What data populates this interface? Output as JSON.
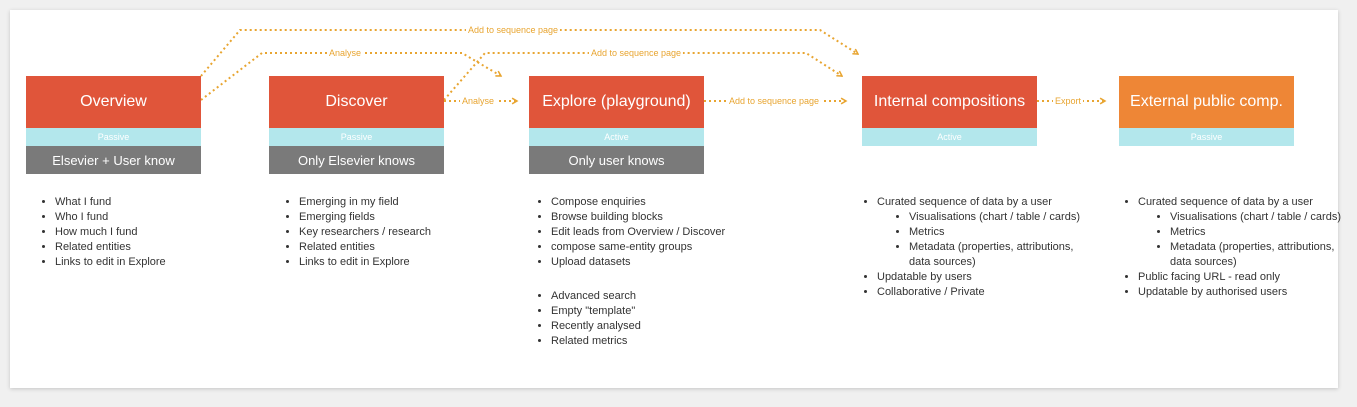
{
  "stages": [
    {
      "id": "overview",
      "title": "Overview",
      "mode": "Passive",
      "knowledge": "Elsevier + User know",
      "bullets": [
        {
          "text": "What I fund"
        },
        {
          "text": "Who I fund"
        },
        {
          "text": "How much I fund"
        },
        {
          "text": "Related entities"
        },
        {
          "text": "Links to edit in Explore"
        }
      ]
    },
    {
      "id": "discover",
      "title": "Discover",
      "mode": "Passive",
      "knowledge": "Only Elsevier knows",
      "bullets": [
        {
          "text": "Emerging in my field"
        },
        {
          "text": "Emerging fields"
        },
        {
          "text": "Key researchers / research"
        },
        {
          "text": "Related entities"
        },
        {
          "text": "Links to edit in Explore"
        }
      ]
    },
    {
      "id": "explore",
      "title": "Explore (playground)",
      "mode": "Active",
      "knowledge": "Only user knows",
      "bullets": [
        {
          "text": "Compose enquiries"
        },
        {
          "text": "Browse building blocks"
        },
        {
          "text": "Edit leads from Overview / Discover"
        },
        {
          "text": "compose same-entity groups"
        },
        {
          "text": "Upload datasets"
        }
      ],
      "bullets_secondary": [
        {
          "text": "Advanced search"
        },
        {
          "text": "Empty \"template\""
        },
        {
          "text": "Recently analysed"
        },
        {
          "text": "Related metrics"
        }
      ]
    },
    {
      "id": "internal",
      "title": "Internal compositions",
      "mode": "Active",
      "bullets": [
        {
          "text": "Curated sequence of data by a user",
          "sub": [
            "Visualisations (chart / table / cards)",
            "Metrics",
            "Metadata (properties, attributions, data sources)"
          ]
        },
        {
          "text": "Updatable by users"
        },
        {
          "text": "Collaborative / Private"
        }
      ]
    },
    {
      "id": "external",
      "title": "External public comp.",
      "mode": "Passive",
      "bullets": [
        {
          "text": "Curated sequence of data by a user",
          "sub": [
            "Visualisations (chart / table / cards)",
            "Metrics",
            "Metadata (properties, attributions, data sources)"
          ]
        },
        {
          "text": "Public facing URL - read only"
        },
        {
          "text": "Updatable by authorised users"
        }
      ]
    }
  ],
  "connectors": {
    "top_add": "Add to sequence page",
    "overview_analyse": "Analyse",
    "discover_add": "Add to sequence page",
    "discover_analyse": "Analyse",
    "explore_add": "Add to sequence page",
    "export": "Export"
  },
  "colors": {
    "stage_red": "#e0553a",
    "stage_orange": "#ee8636",
    "mode_band": "#b3e7ec",
    "knowledge_band": "#7a7a7a",
    "arrow": "#e8a531"
  }
}
